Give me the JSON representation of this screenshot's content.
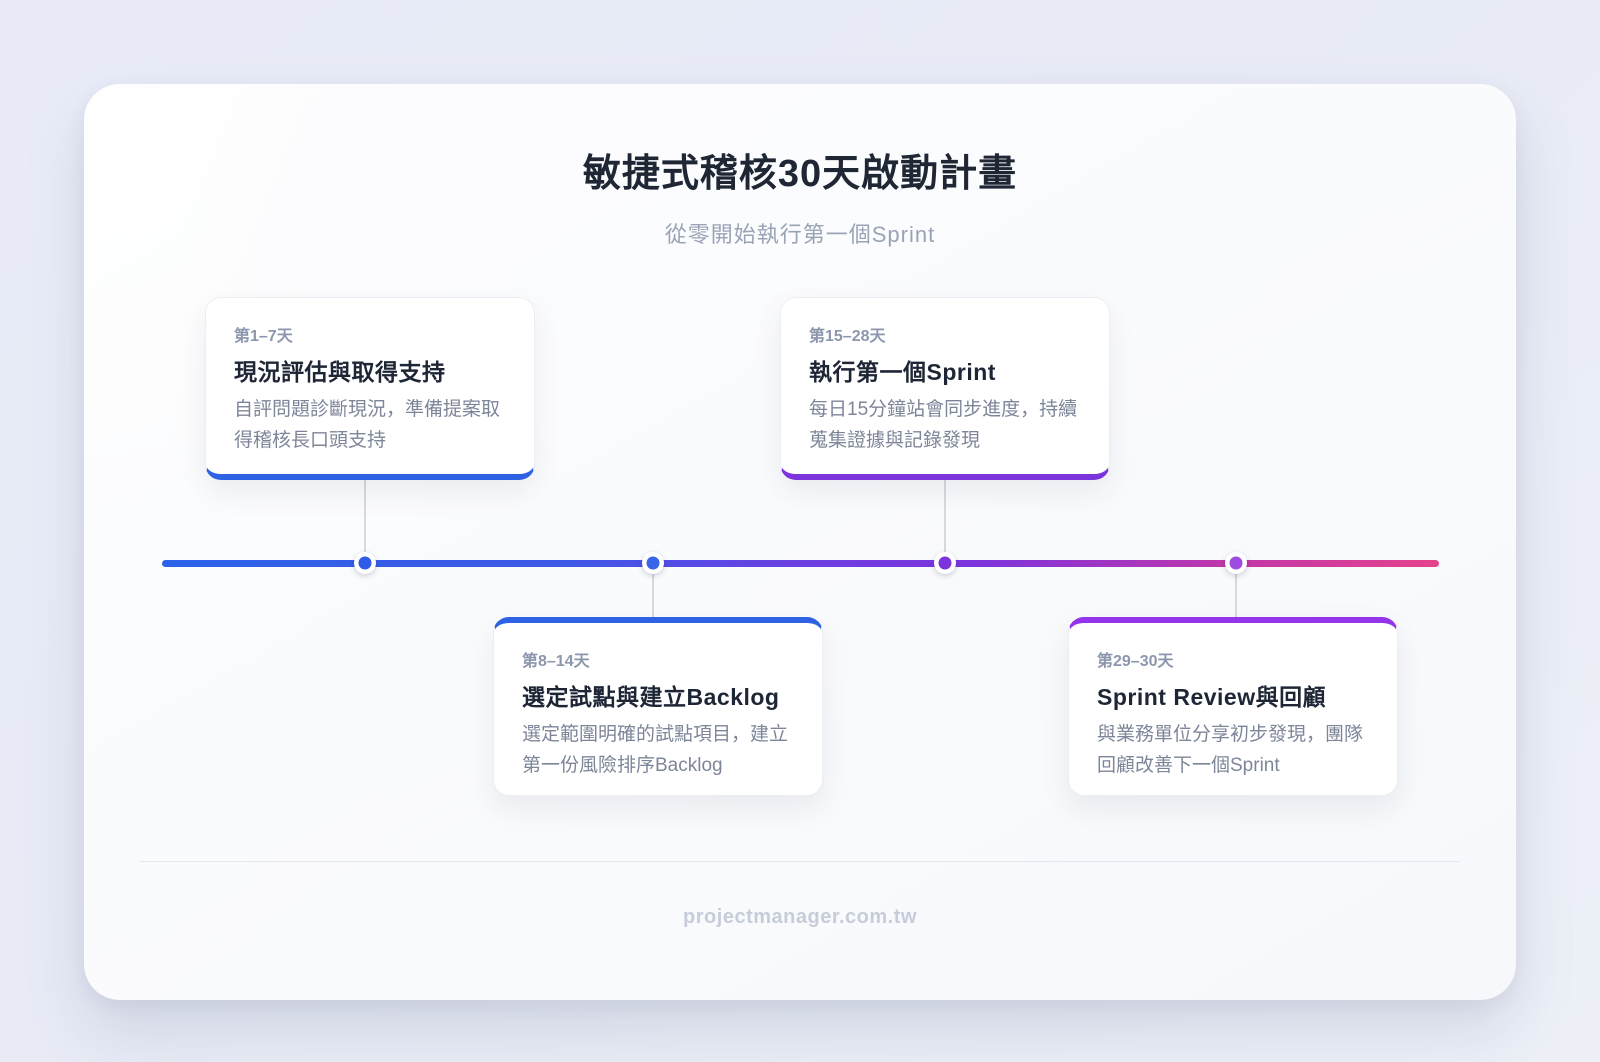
{
  "page": {
    "title": "敏捷式稽核30天啟動計畫",
    "subtitle": "從零開始執行第一個Sprint",
    "footer": "projectmanager.com.tw"
  },
  "colors": {
    "timeline_gradient_start_blue": "#2b62e9",
    "timeline_gradient_mid_purple": "#7c3aed",
    "timeline_gradient_end_pink": "#e5428c",
    "accent_blue": "#2f62e3",
    "accent_purple": "#7c35dd",
    "accent_purple_light": "#9e4ce0",
    "day_label": "#8c96ad",
    "card_title": "#1e2636",
    "card_description": "#7d8699"
  },
  "timeline": {
    "milestones": [
      {
        "days": "第1–7天",
        "title": "現況評估與取得支持",
        "description": "自評問題診斷現況，準備提案取得稽核長口頭支持",
        "card_position": "above-line",
        "accent": "#2f62e3",
        "dot_color": "#2e5ce8"
      },
      {
        "days": "第8–14天",
        "title": "選定試點與建立Backlog",
        "description": "選定範圍明確的試點項目，建立第一份風險排序Backlog",
        "card_position": "below-line",
        "accent": "#2f62e3",
        "dot_color": "#3865e8"
      },
      {
        "days": "第15–28天",
        "title": "執行第一個Sprint",
        "description": "每日15分鐘站會同步進度，持續蒐集證據與記錄發現",
        "card_position": "above-line",
        "accent": "#7c35dd",
        "dot_color": "#7c35dd"
      },
      {
        "days": "第29–30天",
        "title": "Sprint Review與回顧",
        "description": "與業務單位分享初步發現，團隊回顧改善下一個Sprint",
        "card_position": "below-line",
        "accent": "#9333ea",
        "dot_color": "#9e4ce0"
      }
    ]
  }
}
